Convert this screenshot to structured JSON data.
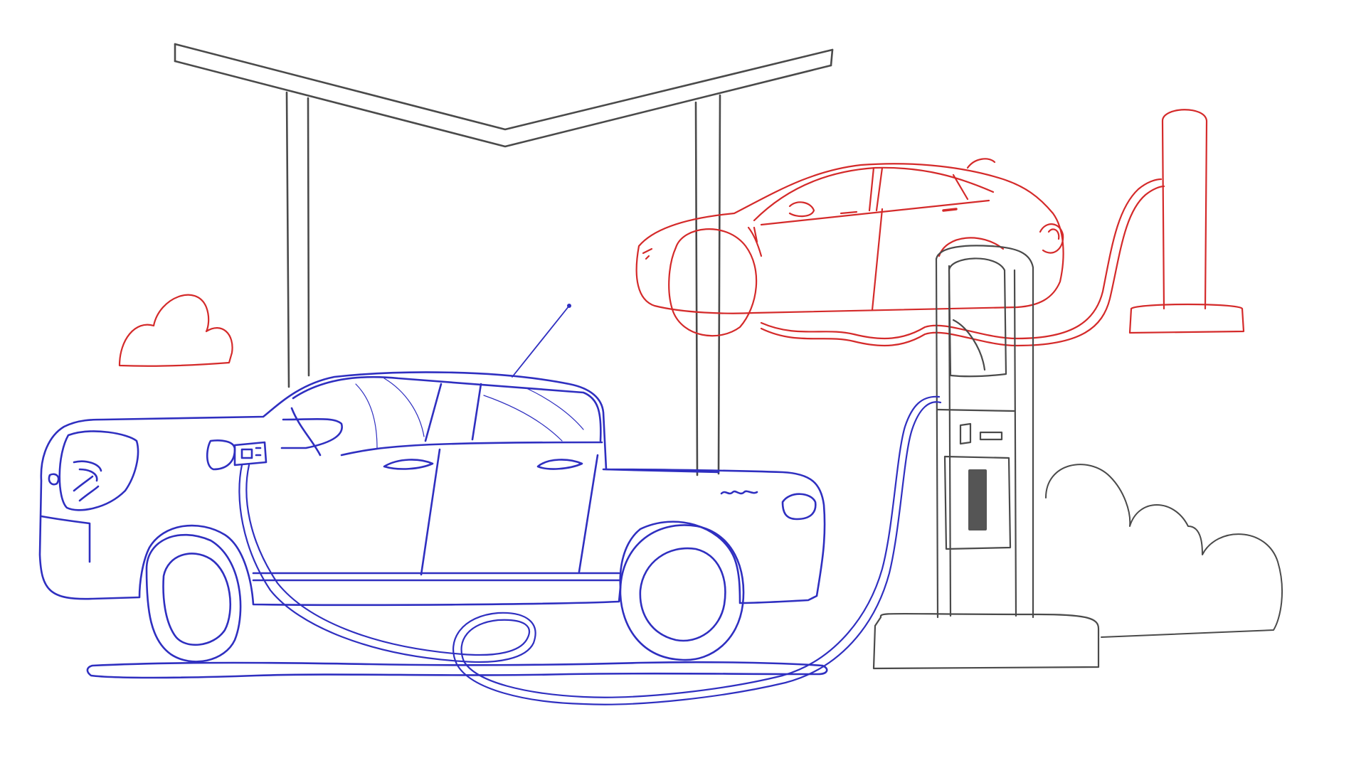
{
  "scene": {
    "background": "#ffffff",
    "colors": {
      "truck": "#2f2fc0",
      "sedan": "#d42a2a",
      "canopy": "#4a4a4a",
      "charger": "#4a4a4a",
      "screen": "#555555",
      "cloud_left": "#d42a2a",
      "cloud_right": "#4a4a4a"
    },
    "elements": {
      "canopy": "charging-station-canopy",
      "pickup": "electric-pickup-truck",
      "sedan": "electric-sedan",
      "charger": "charging-kiosk",
      "pillar_charger": "pillar-charger",
      "cable": "charging-cable"
    }
  }
}
